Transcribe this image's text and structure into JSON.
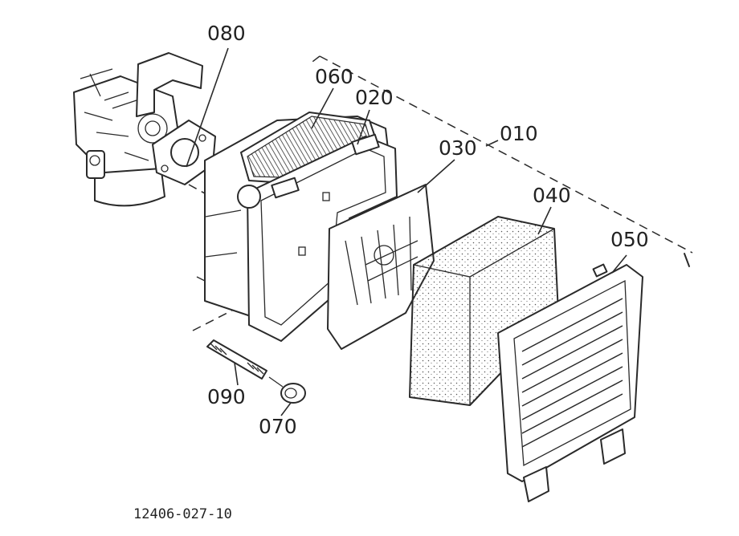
{
  "parts": [
    {
      "id": "p010",
      "number": "010"
    },
    {
      "id": "p020",
      "number": "020"
    },
    {
      "id": "p030",
      "number": "030"
    },
    {
      "id": "p040",
      "number": "040"
    },
    {
      "id": "p050",
      "number": "050"
    },
    {
      "id": "p060",
      "number": "060"
    },
    {
      "id": "p070",
      "number": "070"
    },
    {
      "id": "p080",
      "number": "080"
    },
    {
      "id": "p090",
      "number": "090"
    }
  ],
  "figure_code": "12406-027-10"
}
